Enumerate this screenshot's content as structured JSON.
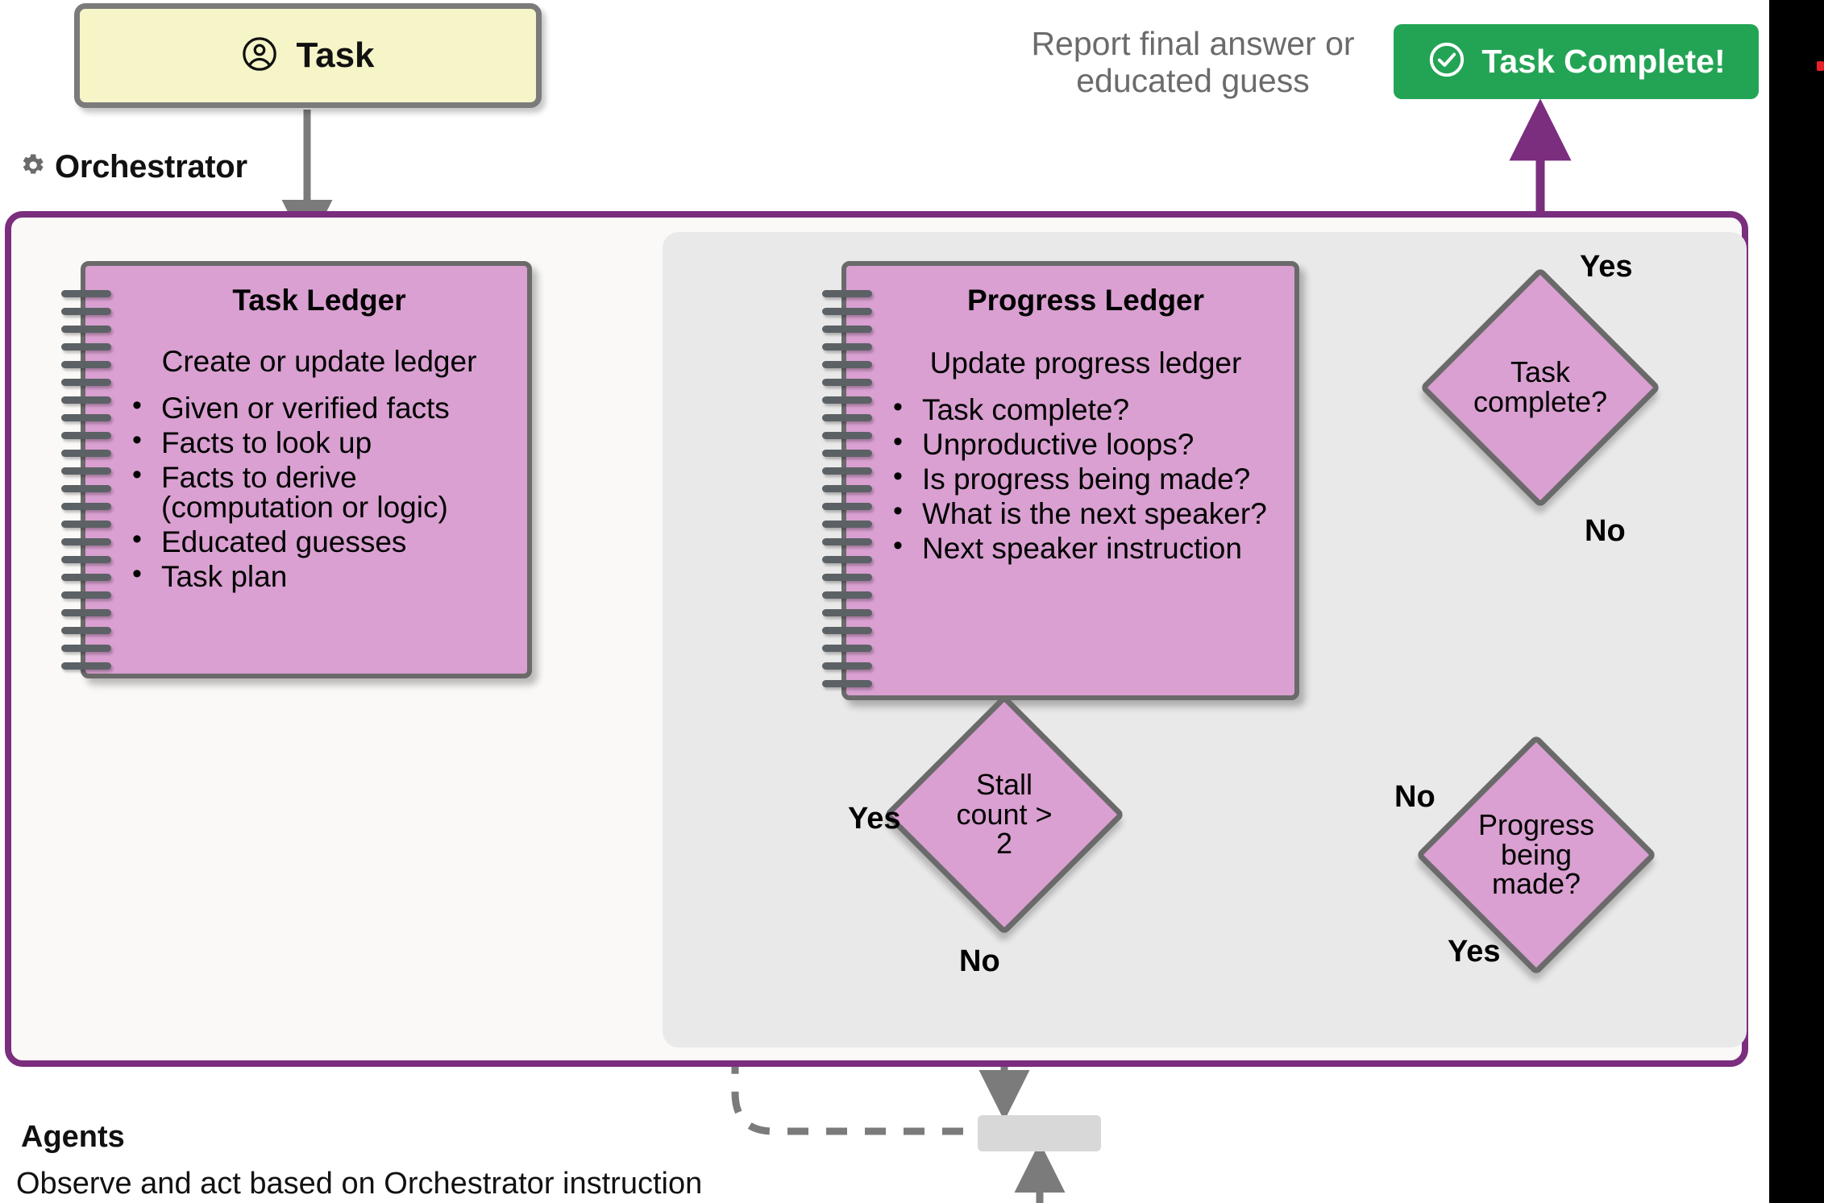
{
  "task_card": {
    "label": "Task",
    "icon": "user-circle-icon"
  },
  "orchestrator": {
    "heading": "Orchestrator",
    "icon": "gear-icon"
  },
  "report_note": "Report final answer or educated guess",
  "done_button": {
    "label": "Task Complete!",
    "icon": "check-circle-icon",
    "color": "#23a455"
  },
  "task_ledger": {
    "title": "Task Ledger",
    "subtitle": "Create or update ledger",
    "items": [
      "Given or verified facts",
      "Facts to look up",
      "Facts to derive (computation or logic)",
      "Educated guesses",
      "Task plan"
    ]
  },
  "progress_ledger": {
    "title": "Progress Ledger",
    "subtitle": "Update progress ledger",
    "items": [
      "Task complete?",
      "Unproductive loops?",
      "Is progress being made?",
      "What is the next speaker?",
      "Next speaker instruction"
    ]
  },
  "decisions": {
    "task_complete": "Task complete?",
    "progress_made_line1": "Progress",
    "progress_made_line2": "being",
    "progress_made_line3": "made?",
    "stall_line1": "Stall",
    "stall_line2": "count >",
    "stall_line3": "2"
  },
  "edge_labels": {
    "task_complete_yes": "Yes",
    "task_complete_no": "No",
    "progress_no": "No",
    "progress_yes": "Yes",
    "stall_yes": "Yes",
    "stall_no": "No"
  },
  "agents": {
    "title": "Agents",
    "subtitle": "Observe and act based on Orchestrator instruction"
  },
  "colors": {
    "accent_purple": "#7b2d7e",
    "ledger_fill": "#d9a0d1",
    "ledger_stroke": "#6a6a6a",
    "task_fill": "#f6f5c8",
    "panel_fill": "#faf9f7",
    "inner_panel_fill": "#e9e9e9",
    "success_green": "#23a455",
    "arrow_grey": "#7b7b7b",
    "note_grey": "#6b6b6b"
  }
}
